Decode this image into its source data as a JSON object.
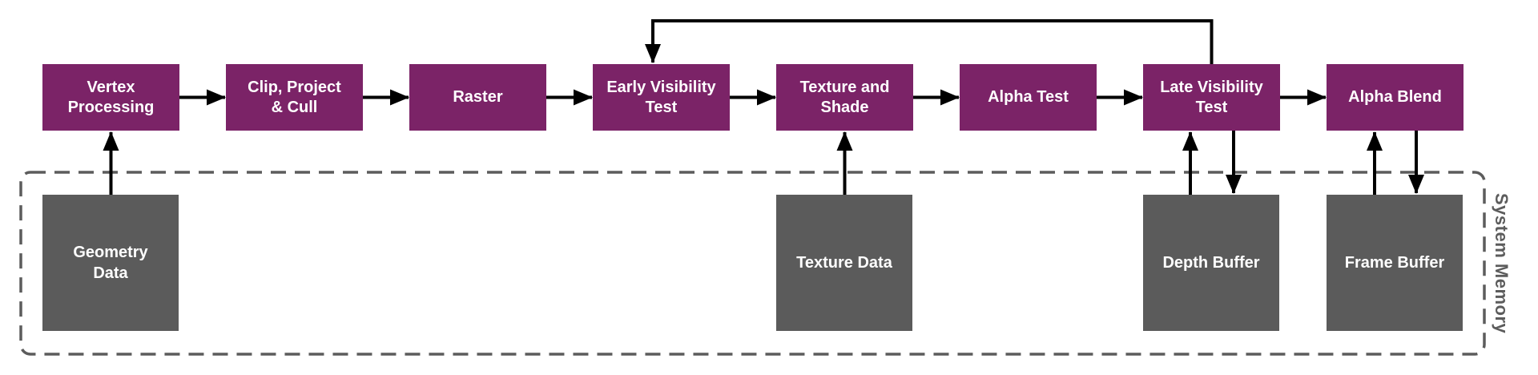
{
  "pipeline": {
    "stages": [
      {
        "label": "Vertex\nProcessing"
      },
      {
        "label": "Clip, Project\n& Cull"
      },
      {
        "label": "Raster"
      },
      {
        "label": "Early Visibility\nTest"
      },
      {
        "label": "Texture and\nShade"
      },
      {
        "label": "Alpha Test"
      },
      {
        "label": "Late Visibility\nTest"
      },
      {
        "label": "Alpha Blend"
      }
    ]
  },
  "memory": {
    "region_label": "System Memory",
    "blocks": [
      {
        "label": "Geometry\nData"
      },
      {
        "label": "Texture Data"
      },
      {
        "label": "Depth Buffer"
      },
      {
        "label": "Frame Buffer"
      }
    ]
  },
  "connections": [
    {
      "from": "Vertex Processing",
      "to": "Clip, Project & Cull",
      "type": "flow"
    },
    {
      "from": "Clip, Project & Cull",
      "to": "Raster",
      "type": "flow"
    },
    {
      "from": "Raster",
      "to": "Early Visibility Test",
      "type": "flow"
    },
    {
      "from": "Early Visibility Test",
      "to": "Texture and Shade",
      "type": "flow"
    },
    {
      "from": "Texture and Shade",
      "to": "Alpha Test",
      "type": "flow"
    },
    {
      "from": "Alpha Test",
      "to": "Late Visibility Test",
      "type": "flow"
    },
    {
      "from": "Late Visibility Test",
      "to": "Alpha Blend",
      "type": "flow"
    },
    {
      "from": "Late Visibility Test",
      "to": "Early Visibility Test",
      "type": "feedback-loop"
    },
    {
      "from": "Geometry Data",
      "to": "Vertex Processing",
      "type": "read"
    },
    {
      "from": "Texture Data",
      "to": "Texture and Shade",
      "type": "read"
    },
    {
      "from": "Depth Buffer",
      "to": "Late Visibility Test",
      "type": "read"
    },
    {
      "from": "Late Visibility Test",
      "to": "Depth Buffer",
      "type": "write"
    },
    {
      "from": "Frame Buffer",
      "to": "Alpha Blend",
      "type": "read"
    },
    {
      "from": "Alpha Blend",
      "to": "Frame Buffer",
      "type": "write"
    }
  ],
  "colors": {
    "stage_fill": "#7B2367",
    "stage_text": "#FFFFFF",
    "memory_fill": "#5B5B5B",
    "boundary_stroke": "#5C5C5C",
    "arrow_color": "#000000"
  }
}
